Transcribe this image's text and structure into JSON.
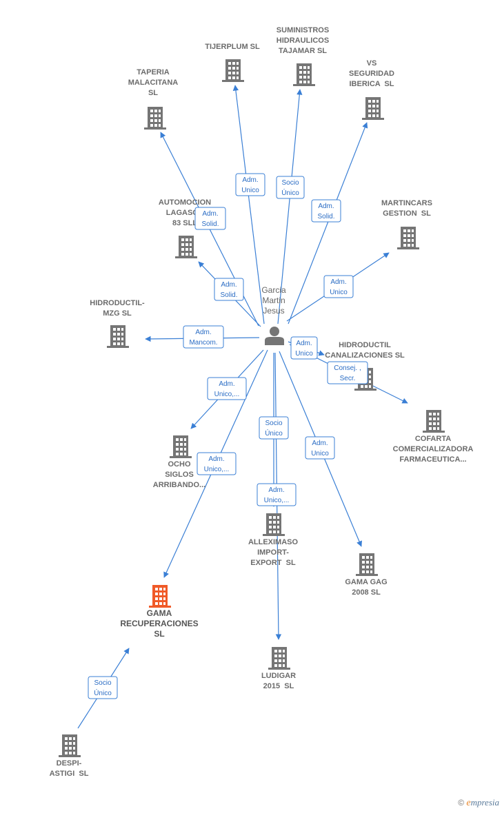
{
  "colors": {
    "edge": "#3a7fd5",
    "building": "#757575",
    "focus_building": "#f05a28",
    "person": "#757575"
  },
  "person": {
    "id": "p",
    "lines": [
      "Garcia",
      "Martin",
      "Jesus"
    ],
    "icon": "person-icon"
  },
  "companies": [
    {
      "id": "tijerplum",
      "lines": [
        "TIJERPLUM SL"
      ],
      "icon": "building-icon"
    },
    {
      "id": "suministros",
      "lines": [
        "SUMINISTROS",
        "HIDRAULICOS",
        "TAJAMAR SL"
      ],
      "icon": "building-icon"
    },
    {
      "id": "taperia",
      "lines": [
        "TAPERIA",
        "MALACITANA",
        "SL"
      ],
      "icon": "building-icon"
    },
    {
      "id": "vs",
      "lines": [
        "VS",
        "SEGURIDAD",
        "IBERICA  SL"
      ],
      "icon": "building-icon"
    },
    {
      "id": "automocion",
      "lines": [
        "AUTOMOCION",
        "LAGASCA",
        "83 SLL"
      ],
      "icon": "building-icon"
    },
    {
      "id": "martincars",
      "lines": [
        "MARTINCARS",
        "GESTION  SL"
      ],
      "icon": "building-icon"
    },
    {
      "id": "hidromzg",
      "lines": [
        "HIDRODUCTIL-",
        "MZG SL"
      ],
      "icon": "building-icon"
    },
    {
      "id": "hidrocan",
      "lines": [
        "HIDRODUCTIL",
        "CANALIZACIONES SL"
      ],
      "icon": "building-icon"
    },
    {
      "id": "cofarta",
      "lines": [
        "COFARTA",
        "COMERCIALIZADORA",
        "FARMACEUTICA..."
      ],
      "icon": "building-icon"
    },
    {
      "id": "ocho",
      "lines": [
        "OCHO",
        "SIGLOS",
        "ARRIBANDO..."
      ],
      "icon": "building-icon"
    },
    {
      "id": "alleximaso",
      "lines": [
        "ALLEXIMASO",
        "IMPORT-",
        "EXPORT  SL"
      ],
      "icon": "building-icon"
    },
    {
      "id": "gamagag",
      "lines": [
        "GAMA GAG",
        "2008 SL"
      ],
      "icon": "building-icon"
    },
    {
      "id": "gamarec",
      "lines": [
        "GAMA",
        "RECUPERACIONES",
        "SL"
      ],
      "icon": "building-icon",
      "focus": true
    },
    {
      "id": "ludigar",
      "lines": [
        "LUDIGAR",
        "2015  SL"
      ],
      "icon": "building-icon"
    },
    {
      "id": "despi",
      "lines": [
        "DESPI-",
        "ASTIGI  SL"
      ],
      "icon": "building-icon"
    }
  ],
  "edges": [
    {
      "to": "tijerplum",
      "label": [
        "Adm.",
        "Unico"
      ]
    },
    {
      "to": "suministros",
      "label": [
        "Socio",
        "Único"
      ]
    },
    {
      "to": "taperia",
      "label": [
        "Adm.",
        "Solid."
      ]
    },
    {
      "to": "vs",
      "label": [
        "Adm.",
        "Solid."
      ]
    },
    {
      "to": "automocion",
      "label": [
        "Adm.",
        "Solid."
      ]
    },
    {
      "to": "martincars",
      "label": [
        "Adm.",
        "Unico"
      ]
    },
    {
      "to": "hidromzg",
      "label": [
        "Adm.",
        "Mancom."
      ]
    },
    {
      "to": "hidrocan",
      "label": [
        "Adm.",
        "Unico"
      ]
    },
    {
      "to": "cofarta",
      "label": [
        "Consej. ,",
        "Secr."
      ]
    },
    {
      "to": "ocho",
      "label": [
        "Adm.",
        "Unico,..."
      ]
    },
    {
      "to": "alleximaso",
      "label": [
        "Adm.",
        "Unico,..."
      ]
    },
    {
      "to": "ludigar",
      "label": [
        "Socio",
        "Único"
      ]
    },
    {
      "to": "gamagag",
      "label": [
        "Adm.",
        "Unico"
      ]
    },
    {
      "to": "gamarec",
      "label": [
        "Adm.",
        "Unico,..."
      ]
    },
    {
      "from": "despi",
      "to": "gamarec",
      "label": [
        "Socio",
        "Único"
      ]
    }
  ],
  "credit": {
    "symbol": "©",
    "brand_initial": "e",
    "brand_rest": "mpresia"
  }
}
